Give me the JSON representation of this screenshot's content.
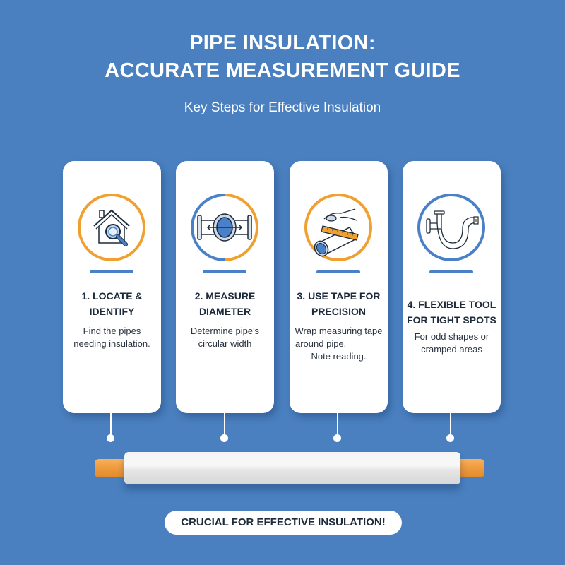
{
  "header": {
    "title_line1": "PIPE INSULATION:",
    "title_line2": "ACCURATE MEASUREMENT GUIDE",
    "subtitle": "Key Steps for Effective Insulation"
  },
  "colors": {
    "background": "#4a80bf",
    "accent_orange": "#f0a030",
    "accent_blue": "#4a80c8",
    "card": "#ffffff",
    "text_dark": "#1d2a3a"
  },
  "steps": [
    {
      "title_line1": "1. LOCATE &",
      "title_line2": "IDENTIFY",
      "desc_line1": "Find the pipes",
      "desc_line2": "needing insulation.",
      "desc_line3": "",
      "icon": "house-magnifier-icon",
      "ring": "orange"
    },
    {
      "title_line1": "2. MEASURE",
      "title_line2": "DIAMETER",
      "desc_line1": "Determine pipe's",
      "desc_line2": "circular width",
      "desc_line3": "",
      "icon": "pipe-diameter-icon",
      "ring": "blue-orange"
    },
    {
      "title_line1": "3. USE TAPE FOR",
      "title_line2": "PRECISION",
      "desc_line1": "Wrap measuring tape",
      "desc_line2": "around pipe.",
      "desc_line3": "Note reading.",
      "icon": "measuring-tape-icon",
      "ring": "orange"
    },
    {
      "title_line1": "4. FLEXIBLE TOOL",
      "title_line2": "FOR TIGHT SPOTS",
      "desc_line1": "For odd shapes or",
      "desc_line2": "cramped areas",
      "desc_line3": "",
      "icon": "p-trap-flexible-tape-icon",
      "ring": "blue"
    }
  ],
  "footer": {
    "banner": "CRUCIAL FOR EFFECTIVE INSULATION!"
  }
}
